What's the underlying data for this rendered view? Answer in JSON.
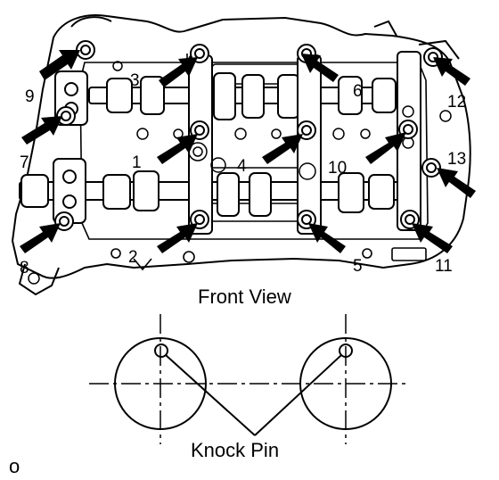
{
  "callouts": {
    "n1": "1",
    "n2": "2",
    "n3": "3",
    "n4": "4",
    "n5": "5",
    "n6": "6",
    "n7": "7",
    "n8": "8",
    "n9": "9",
    "n10": "10",
    "n11": "11",
    "n12": "12",
    "n13": "13"
  },
  "captions": {
    "front_view": "Front View",
    "knock_pin": "Knock Pin",
    "figure_code": "o"
  },
  "colors": {
    "ink": "#000000",
    "paper": "#ffffff",
    "shade": "#d9d9d9"
  }
}
